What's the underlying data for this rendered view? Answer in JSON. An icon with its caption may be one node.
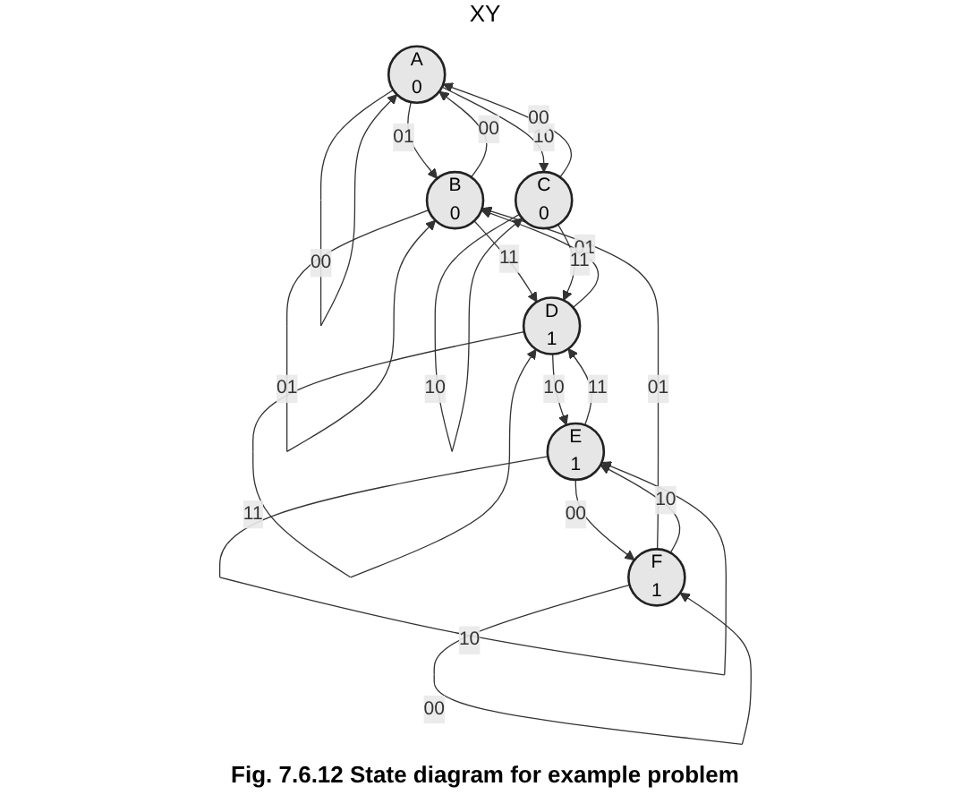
{
  "diagram": {
    "caption": "Fig. 7.6.12 State diagram for example problem",
    "nodes": [
      {
        "text": [
          "A",
          "0"
        ]
      },
      {
        "text": [
          "B",
          "0"
        ]
      },
      {
        "text": [
          "C",
          "0"
        ]
      },
      {
        "text": [
          "D",
          "1"
        ]
      },
      {
        "text": [
          "E",
          "1"
        ]
      },
      {
        "text": [
          "F",
          "1"
        ]
      }
    ],
    "edges": [
      {
        "from": 0,
        "to": 0,
        "arrow": "to",
        "label": "00"
      },
      {
        "from": 1,
        "to": 0,
        "arrow": "to",
        "label": "00"
      },
      {
        "from": 0,
        "to": 1,
        "arrow": "to",
        "label": "01"
      },
      {
        "from": 0,
        "to": 2,
        "arrow": "to",
        "label": "10"
      },
      {
        "from": 2,
        "to": 0,
        "arrow": "to",
        "label": "00"
      },
      {
        "from": 1,
        "to": 1,
        "arrow": "to",
        "label": "01"
      },
      {
        "from": 2,
        "to": 2,
        "arrow": "to",
        "label": "10"
      },
      {
        "from": 1,
        "to": 3,
        "arrow": "to",
        "label": "11"
      },
      {
        "from": 3,
        "to": 1,
        "arrow": "to",
        "label": "01"
      },
      {
        "from": 2,
        "to": 3,
        "arrow": "to",
        "label": "11"
      },
      {
        "from": 5,
        "to": 1,
        "arrow": "to",
        "label": "01"
      },
      {
        "from": 3,
        "to": 3,
        "arrow": "to",
        "label": "11"
      },
      {
        "from": 3,
        "to": 4,
        "arrow": "to",
        "label": "10"
      },
      {
        "from": 4,
        "to": 3,
        "arrow": "to",
        "label": "11"
      },
      {
        "from": 4,
        "to": 5,
        "arrow": "to",
        "label": "00"
      },
      {
        "from": 5,
        "to": 5,
        "arrow": "to",
        "label": "00"
      },
      {
        "from": 5,
        "to": 4,
        "arrow": "to",
        "label": "10"
      },
      {
        "from": 4,
        "to": 4,
        "arrow": "to",
        "label": "10"
      }
    ],
    "labels": [
      "XY"
    ]
  }
}
